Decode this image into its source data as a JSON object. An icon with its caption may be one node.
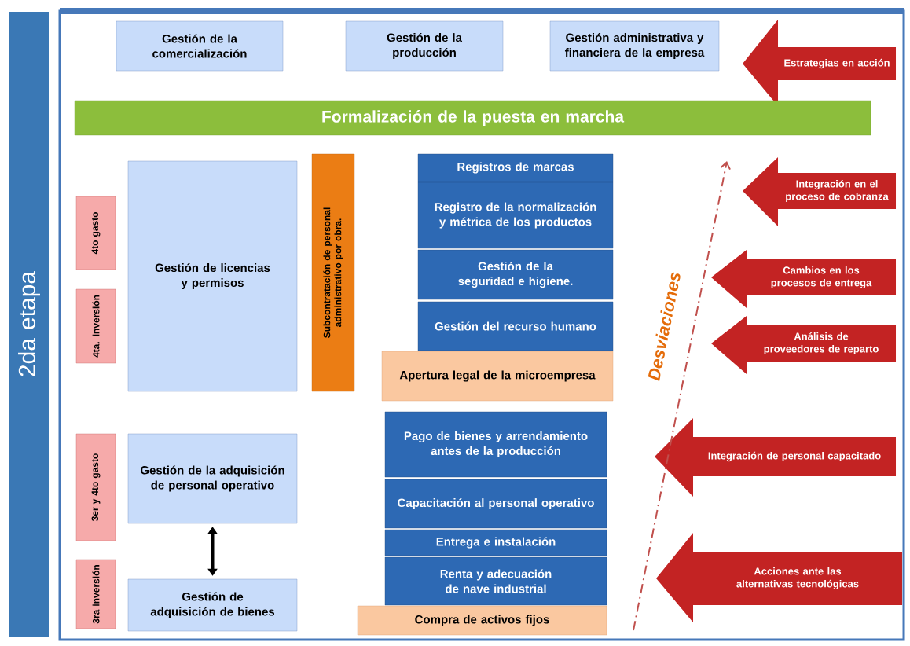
{
  "diagram": {
    "nodes": [
      {
        "text": [
          "2da etapa"
        ]
      },
      {
        "text": [
          "Gestión de la comercialización"
        ]
      },
      {
        "text": [
          "Gestión de la producción"
        ]
      },
      {
        "text": [
          "Gestión administrativa y financiera de la empresa"
        ]
      },
      {
        "text": [
          "Estrategias en acción"
        ]
      },
      {
        "text": [
          "Formalización de la puesta en marcha"
        ]
      },
      {
        "text": [
          "4to gasto"
        ]
      },
      {
        "text": [
          "4ta. inversión"
        ]
      },
      {
        "text": [
          "Gestión de licencias y permisos"
        ]
      },
      {
        "text": [
          "Subcontratación de personal administrativo por obra."
        ]
      },
      {
        "text": [
          "Registros de marcas"
        ]
      },
      {
        "text": [
          "Registro de la normalización y métrica de los productos"
        ]
      },
      {
        "text": [
          "Gestión de la seguridad e higiene."
        ]
      },
      {
        "text": [
          "Gestión del recurso humano"
        ]
      },
      {
        "text": [
          "Apertura legal de la microempresa"
        ]
      },
      {
        "text": [
          "Integración en el proceso de cobranza"
        ]
      },
      {
        "text": [
          "Cambios en los procesos de entrega"
        ]
      },
      {
        "text": [
          "Análisis de proveedores de reparto"
        ]
      },
      {
        "text": [
          "3er y 4to gasto"
        ]
      },
      {
        "text": [
          "3ra inversión"
        ]
      },
      {
        "text": [
          "Gestión de la adquisición de personal operativo"
        ]
      },
      {
        "text": [
          "Gestión de adquisición de bienes"
        ]
      },
      {
        "text": [
          "Pago de bienes y arrendamiento antes de la producción"
        ]
      },
      {
        "text": [
          "Capacitación al personal operativo"
        ]
      },
      {
        "text": [
          "Entrega e instalación"
        ]
      },
      {
        "text": [
          "Renta y adecuación de nave industrial"
        ]
      },
      {
        "text": [
          "Compra de activos fijos"
        ]
      },
      {
        "text": [
          "Integración de personal capacitado"
        ]
      },
      {
        "text": [
          "Acciones ante las alternativas tecnológicas"
        ]
      }
    ],
    "edges": [
      {
        "from": 20,
        "to": 21,
        "arrow": "both"
      }
    ],
    "labels": [
      "Desviaciones"
    ]
  }
}
